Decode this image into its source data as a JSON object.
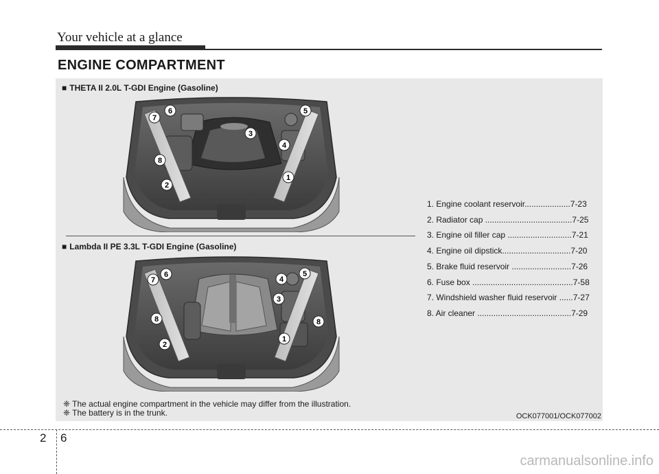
{
  "header": {
    "title": "Your vehicle at a glance"
  },
  "section_title": "ENGINE COMPARTMENT",
  "engines": [
    {
      "bullet": "■",
      "heading": "THETA II 2.0L T-GDI Engine (Gasoline)",
      "callouts": [
        "1",
        "2",
        "3",
        "4",
        "5",
        "6",
        "7",
        "8"
      ]
    },
    {
      "bullet": "■",
      "heading": "Lambda II PE 3.3L T-GDI Engine (Gasoline)",
      "callouts": [
        "1",
        "2",
        "3",
        "4",
        "5",
        "6",
        "7",
        "8",
        "8"
      ]
    }
  ],
  "legend": [
    "1. Engine coolant reservoir....................7-23",
    "2. Radiator cap ......................................7-25",
    "3. Engine oil filler cap ............................7-21",
    "4. Engine oil dipstick..............................7-20",
    "5. Brake fluid reservoir ..........................7-26",
    "6. Fuse box ............................................7-58",
    "7. Windshield washer fluid reservoir ......7-27",
    "8. Air cleaner .........................................7-29"
  ],
  "notes": [
    "❈ The actual engine compartment in the vehicle may differ from the illustration.",
    "❈ The battery is in the trunk."
  ],
  "image_code": "OCK077001/OCK077002",
  "page": {
    "chapter": "2",
    "number": "6"
  },
  "watermark": "carmanualsonline.info"
}
